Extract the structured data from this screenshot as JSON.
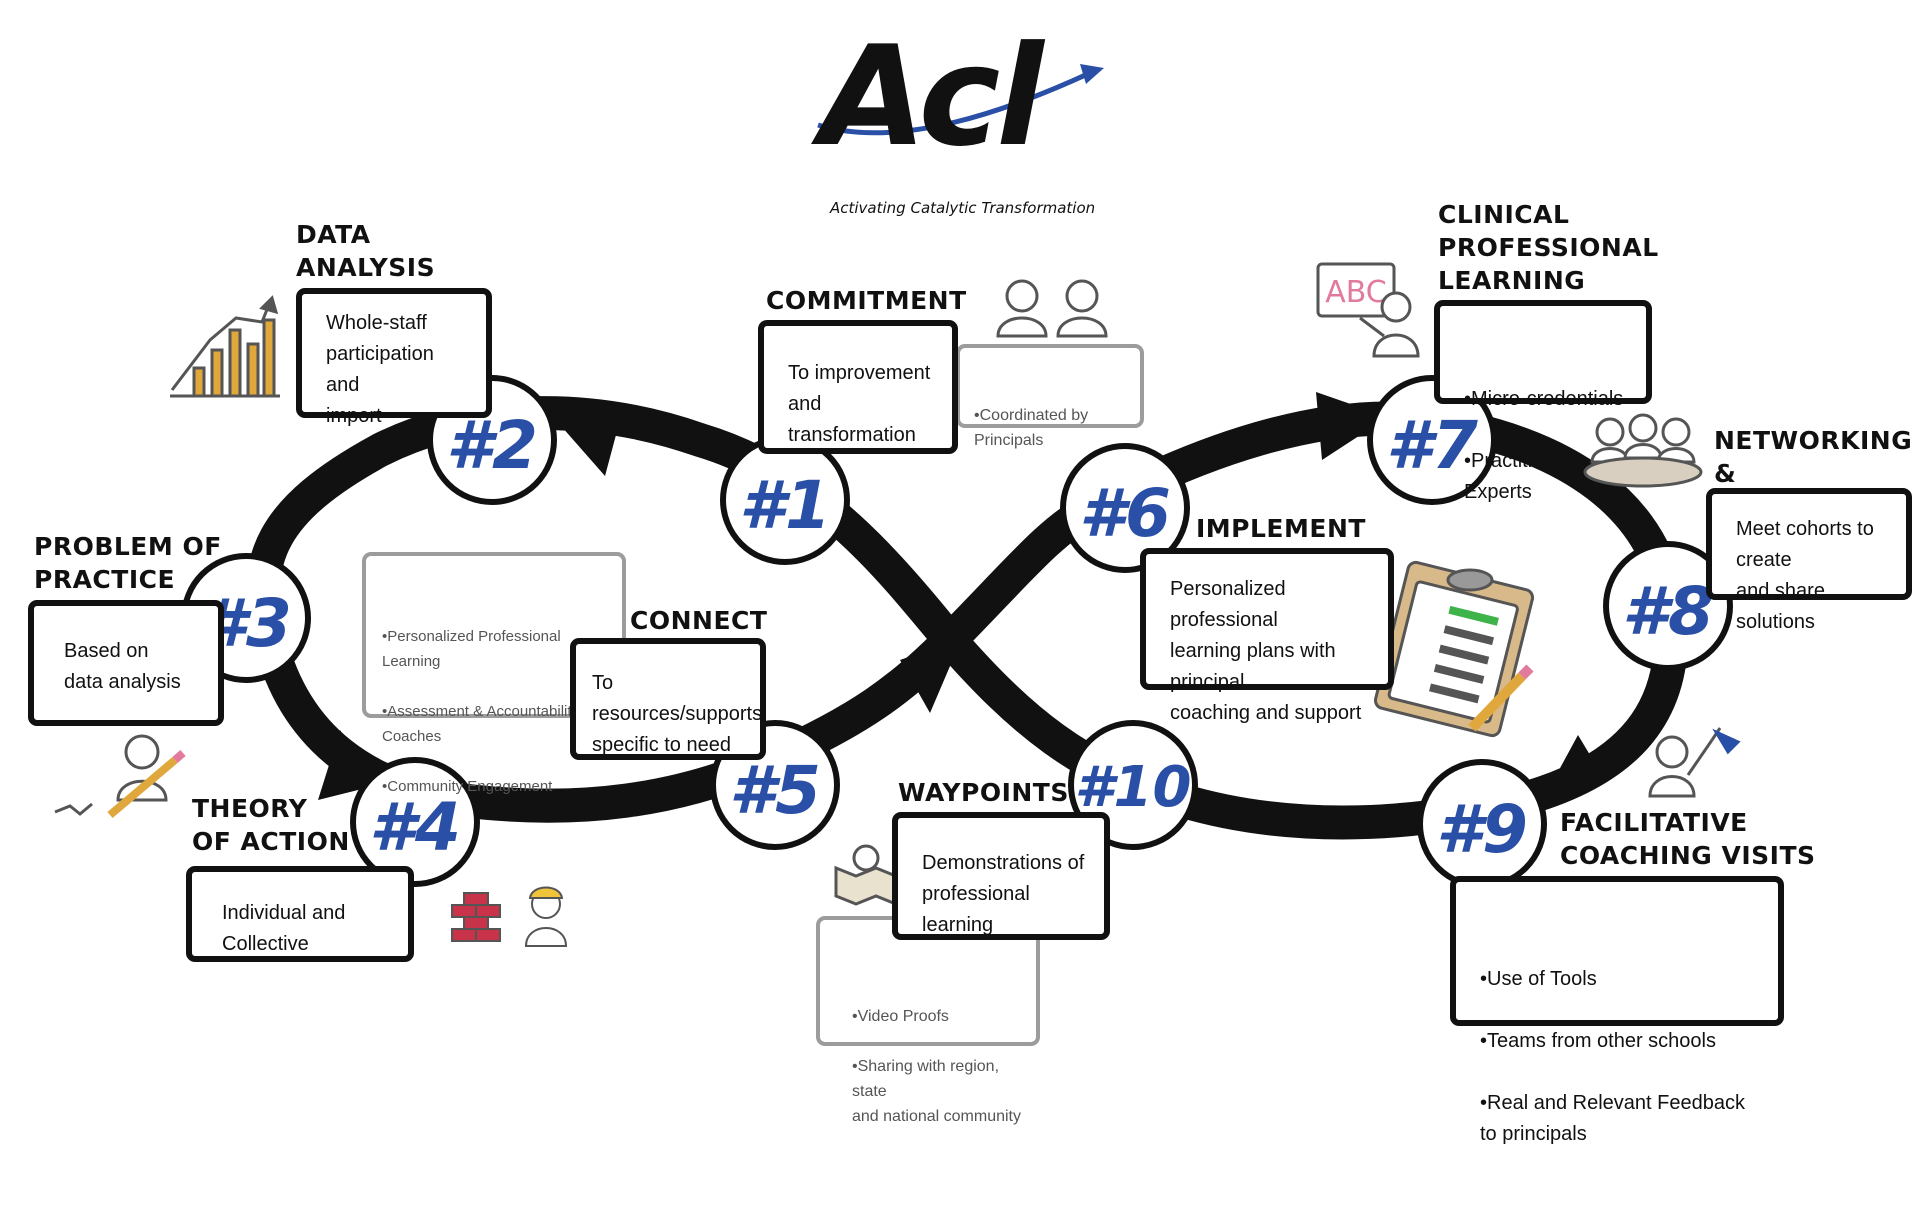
{
  "logo": {
    "mark": "Acl",
    "tagline": "Activating Catalytic Transformation",
    "accent_color": "#2a4fa6"
  },
  "colors": {
    "number": "#2a4fa6",
    "line": "#111111",
    "grey_border": "#9c9c9c",
    "pink": "#e27a9e",
    "red_brick": "#c8334a"
  },
  "steps": [
    {
      "number": "#1",
      "heading": "COMMITMENT",
      "text": "To improvement\nand transformation",
      "note": [
        "Coordinated by Principals"
      ]
    },
    {
      "number": "#2",
      "heading": "DATA\nANALYSIS",
      "text": "Whole-staff\nparticipation and\nimport"
    },
    {
      "number": "#3",
      "heading": "PROBLEM OF\nPRACTICE",
      "text": "Based on\ndata analysis"
    },
    {
      "number": "#4",
      "heading": "THEORY\nOF ACTION",
      "text": "Individual and Collective"
    },
    {
      "number": "#5",
      "heading": "CONNECT",
      "text": "To resources/supports\nspecific to need",
      "note": [
        "Personalized Professional Learning",
        "Assessment & Accountability Coaches",
        "Community Engagement"
      ]
    },
    {
      "number": "#6",
      "heading": "IMPLEMENT",
      "text": "Personalized professional\nlearning plans with principal\ncoaching and support"
    },
    {
      "number": "#7",
      "heading": "CLINICAL\nPROFESSIONAL\nLEARNING",
      "bullets": [
        "Micro-credentials",
        "Practitioner Experts"
      ]
    },
    {
      "number": "#8",
      "heading": "NETWORKING\n& MENTORING",
      "text": "Meet cohorts to create\nand share solutions"
    },
    {
      "number": "#9",
      "heading": "FACILITATIVE\nCOACHING VISITS",
      "bullets": [
        "Use of Tools",
        "Teams from other schools",
        "Real and Relevant Feedback to principals"
      ]
    },
    {
      "number": "#10",
      "heading": "WAYPOINTS",
      "text": "Demonstrations of\nprofessional learning",
      "note": [
        "Video Proofs",
        "Sharing with region, state\nand national community"
      ]
    }
  ],
  "icons": [
    "bar-chart-icon",
    "person-pencil-icon",
    "brick-wall-builder-icon",
    "twitter-bird-icon",
    "two-people-icon",
    "abc-teacher-icon",
    "meeting-table-icon",
    "clipboard-checklist-icon",
    "person-flag-icon",
    "map-person-icon"
  ]
}
